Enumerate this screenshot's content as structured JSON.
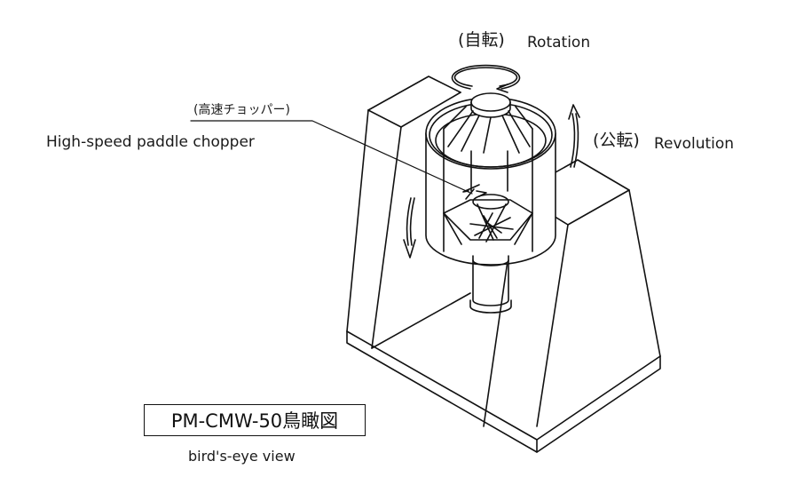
{
  "labels": {
    "rotation_jp": "(自転)",
    "rotation_en": "Rotation",
    "chopper_jp": "(高速チョッパー)",
    "chopper_en": "High-speed paddle chopper",
    "revolution_jp": "(公転)",
    "revolution_en": "Revolution"
  },
  "caption": {
    "model_title": "PM-CMW-50鳥瞰図",
    "subtitle": "bird's-eye view"
  },
  "colors": {
    "line": "#111111",
    "background": "#ffffff"
  }
}
